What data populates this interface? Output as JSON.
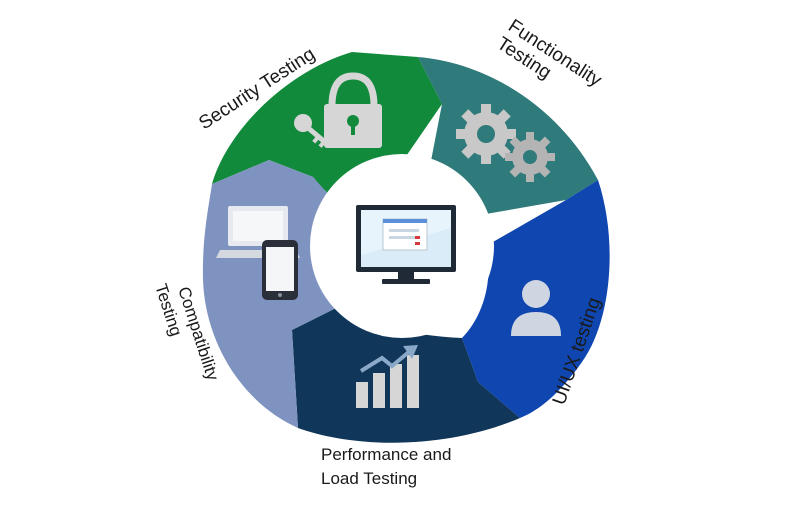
{
  "segments": [
    {
      "key": "security",
      "label": "Security Testing",
      "color": "#118a3c",
      "icon": "lock-key-icon"
    },
    {
      "key": "functionality",
      "label_lines": [
        "Functionality",
        "Testing"
      ],
      "color": "#2f7a7a",
      "icon": "gears-icon"
    },
    {
      "key": "uiux",
      "label": "UI/UX testing",
      "color": "#0f46b0",
      "icon": "user-icon"
    },
    {
      "key": "performance",
      "label_lines": [
        "Performance and",
        "Load Testing"
      ],
      "color": "#10365a",
      "icon": "bar-chart-trend-icon"
    },
    {
      "key": "compatibility",
      "label_lines": [
        "Compatibility",
        "Testing"
      ],
      "color": "#7f93c1",
      "icon": "laptop-phone-icon"
    }
  ],
  "center": {
    "icon": "monitor-login-icon",
    "color": "#ffffff"
  }
}
